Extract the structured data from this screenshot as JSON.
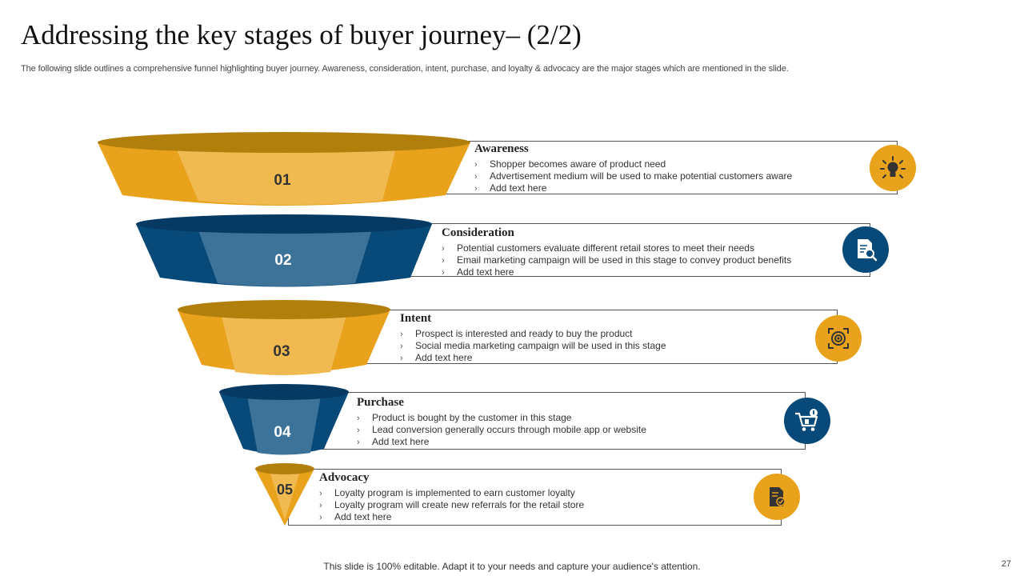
{
  "title": "Addressing  the key stages  of buyer journey– (2/2)",
  "subtitle": "The following slide outlines a comprehensive funnel highlighting buyer journey. Awareness, consideration, intent, purchase, and loyalty & advocacy are the major stages which are mentioned in the slide.",
  "colors": {
    "gold": "#E8A21C",
    "gold_light": "#F0BA50",
    "gold_rim": "#B17F0B",
    "navy": "#074A7A",
    "navy_light": "#3E7399",
    "navy_rim": "#073A63"
  },
  "stages": [
    {
      "number": "01",
      "title": "Awareness",
      "color": "gold",
      "icon": "lightbulb-network-icon",
      "bullets": [
        "Shopper becomes aware of product need",
        "Advertisement medium will be used to make potential customers aware",
        "Add text here"
      ]
    },
    {
      "number": "02",
      "title": "Consideration",
      "color": "navy",
      "icon": "document-search-icon",
      "bullets": [
        "Potential customers evaluate different retail stores to meet their needs",
        "Email marketing campaign will be used in this stage to convey product benefits",
        "Add text here"
      ]
    },
    {
      "number": "03",
      "title": "Intent",
      "color": "gold",
      "icon": "target-icon",
      "bullets": [
        "Prospect is interested and ready to  buy the product",
        "Social media marketing campaign will be used in this stage",
        "Add text here"
      ]
    },
    {
      "number": "04",
      "title": "Purchase",
      "color": "navy",
      "icon": "shopping-cart-icon",
      "bullets": [
        "Product is bought by the customer in this stage",
        "Lead conversion generally occurs through mobile app or website",
        "Add text here"
      ]
    },
    {
      "number": "05",
      "title": "Advocacy",
      "color": "gold",
      "icon": "loyalty-document-icon",
      "bullets": [
        "Loyalty program is implemented to earn customer loyalty",
        "Loyalty program will create new referrals for the retail store",
        "Add text here"
      ]
    }
  ],
  "footer": "This slide is 100% editable. Adapt it to your needs and capture your audience's attention.",
  "page_number": "27"
}
